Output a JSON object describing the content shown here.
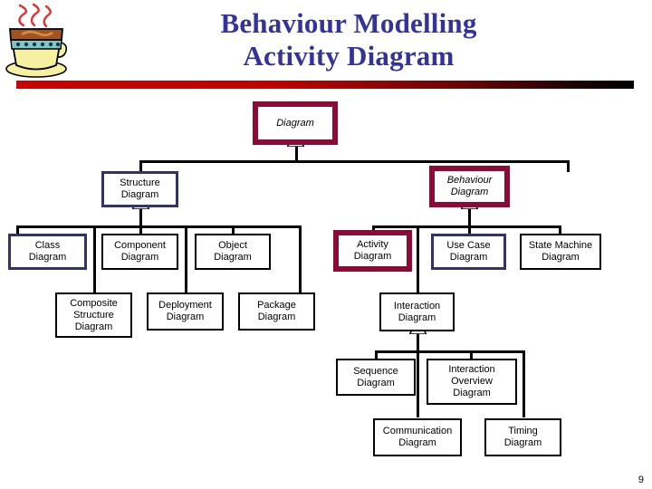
{
  "slide": {
    "title_lines": [
      "Behaviour Modelling",
      "Activity Diagram"
    ],
    "page_number": "9",
    "logo_name": "coffee-cup-logo",
    "colors": {
      "title_text": "#333399",
      "rule_bar_start": "#CC0000",
      "rule_bar_end": "#000000",
      "highlight_maroon": "#8C0B35",
      "highlight_navy": "#333366",
      "default_black": "#000000",
      "background": "#FFFFFF"
    }
  },
  "diagram": {
    "type": "uml-generalization-taxonomy",
    "root": "Diagram",
    "nodes": [
      {
        "id": "diagram",
        "label": "Diagram",
        "style": "maroon",
        "italic": true
      },
      {
        "id": "structure-diagram",
        "label": "Structure\nDiagram",
        "style": "navy",
        "italic": false
      },
      {
        "id": "behaviour-diagram",
        "label": "Behaviour\nDiagram",
        "style": "maroon",
        "italic": true
      },
      {
        "id": "class-diagram",
        "label": "Class\nDiagram",
        "style": "navy",
        "italic": false
      },
      {
        "id": "component-diagram",
        "label": "Component\nDiagram",
        "style": "black",
        "italic": false
      },
      {
        "id": "object-diagram",
        "label": "Object\nDiagram",
        "style": "black",
        "italic": false
      },
      {
        "id": "activity-diagram",
        "label": "Activity\nDiagram",
        "style": "maroon-plain",
        "italic": false
      },
      {
        "id": "use-case-diagram",
        "label": "Use Case\nDiagram",
        "style": "navy",
        "italic": false
      },
      {
        "id": "state-machine-diagram",
        "label": "State Machine\nDiagram",
        "style": "black",
        "italic": false
      },
      {
        "id": "composite-structure",
        "label": "Composite\nStructure\nDiagram",
        "style": "black",
        "italic": false
      },
      {
        "id": "deployment-diagram",
        "label": "Deployment\nDiagram",
        "style": "black",
        "italic": false
      },
      {
        "id": "package-diagram",
        "label": "Package\nDiagram",
        "style": "black",
        "italic": false
      },
      {
        "id": "interaction-diagram",
        "label": "Interaction\nDiagram",
        "style": "black",
        "italic": false
      },
      {
        "id": "sequence-diagram",
        "label": "Sequence\nDiagram",
        "style": "black",
        "italic": false
      },
      {
        "id": "interaction-overview",
        "label": "Interaction\nOverview\nDiagram",
        "style": "black",
        "italic": false
      },
      {
        "id": "communication-diagram",
        "label": "Communication\nDiagram",
        "style": "black",
        "italic": false
      },
      {
        "id": "timing-diagram",
        "label": "Timing\nDiagram",
        "style": "black",
        "italic": false
      }
    ],
    "edges": [
      {
        "from": "structure-diagram",
        "to": "diagram"
      },
      {
        "from": "behaviour-diagram",
        "to": "diagram"
      },
      {
        "from": "class-diagram",
        "to": "structure-diagram"
      },
      {
        "from": "component-diagram",
        "to": "structure-diagram"
      },
      {
        "from": "object-diagram",
        "to": "structure-diagram"
      },
      {
        "from": "composite-structure",
        "to": "structure-diagram"
      },
      {
        "from": "deployment-diagram",
        "to": "structure-diagram"
      },
      {
        "from": "package-diagram",
        "to": "structure-diagram"
      },
      {
        "from": "activity-diagram",
        "to": "behaviour-diagram"
      },
      {
        "from": "use-case-diagram",
        "to": "behaviour-diagram"
      },
      {
        "from": "state-machine-diagram",
        "to": "behaviour-diagram"
      },
      {
        "from": "interaction-diagram",
        "to": "behaviour-diagram"
      },
      {
        "from": "sequence-diagram",
        "to": "interaction-diagram"
      },
      {
        "from": "interaction-overview",
        "to": "interaction-diagram"
      },
      {
        "from": "communication-diagram",
        "to": "interaction-diagram"
      },
      {
        "from": "timing-diagram",
        "to": "interaction-diagram"
      }
    ]
  }
}
